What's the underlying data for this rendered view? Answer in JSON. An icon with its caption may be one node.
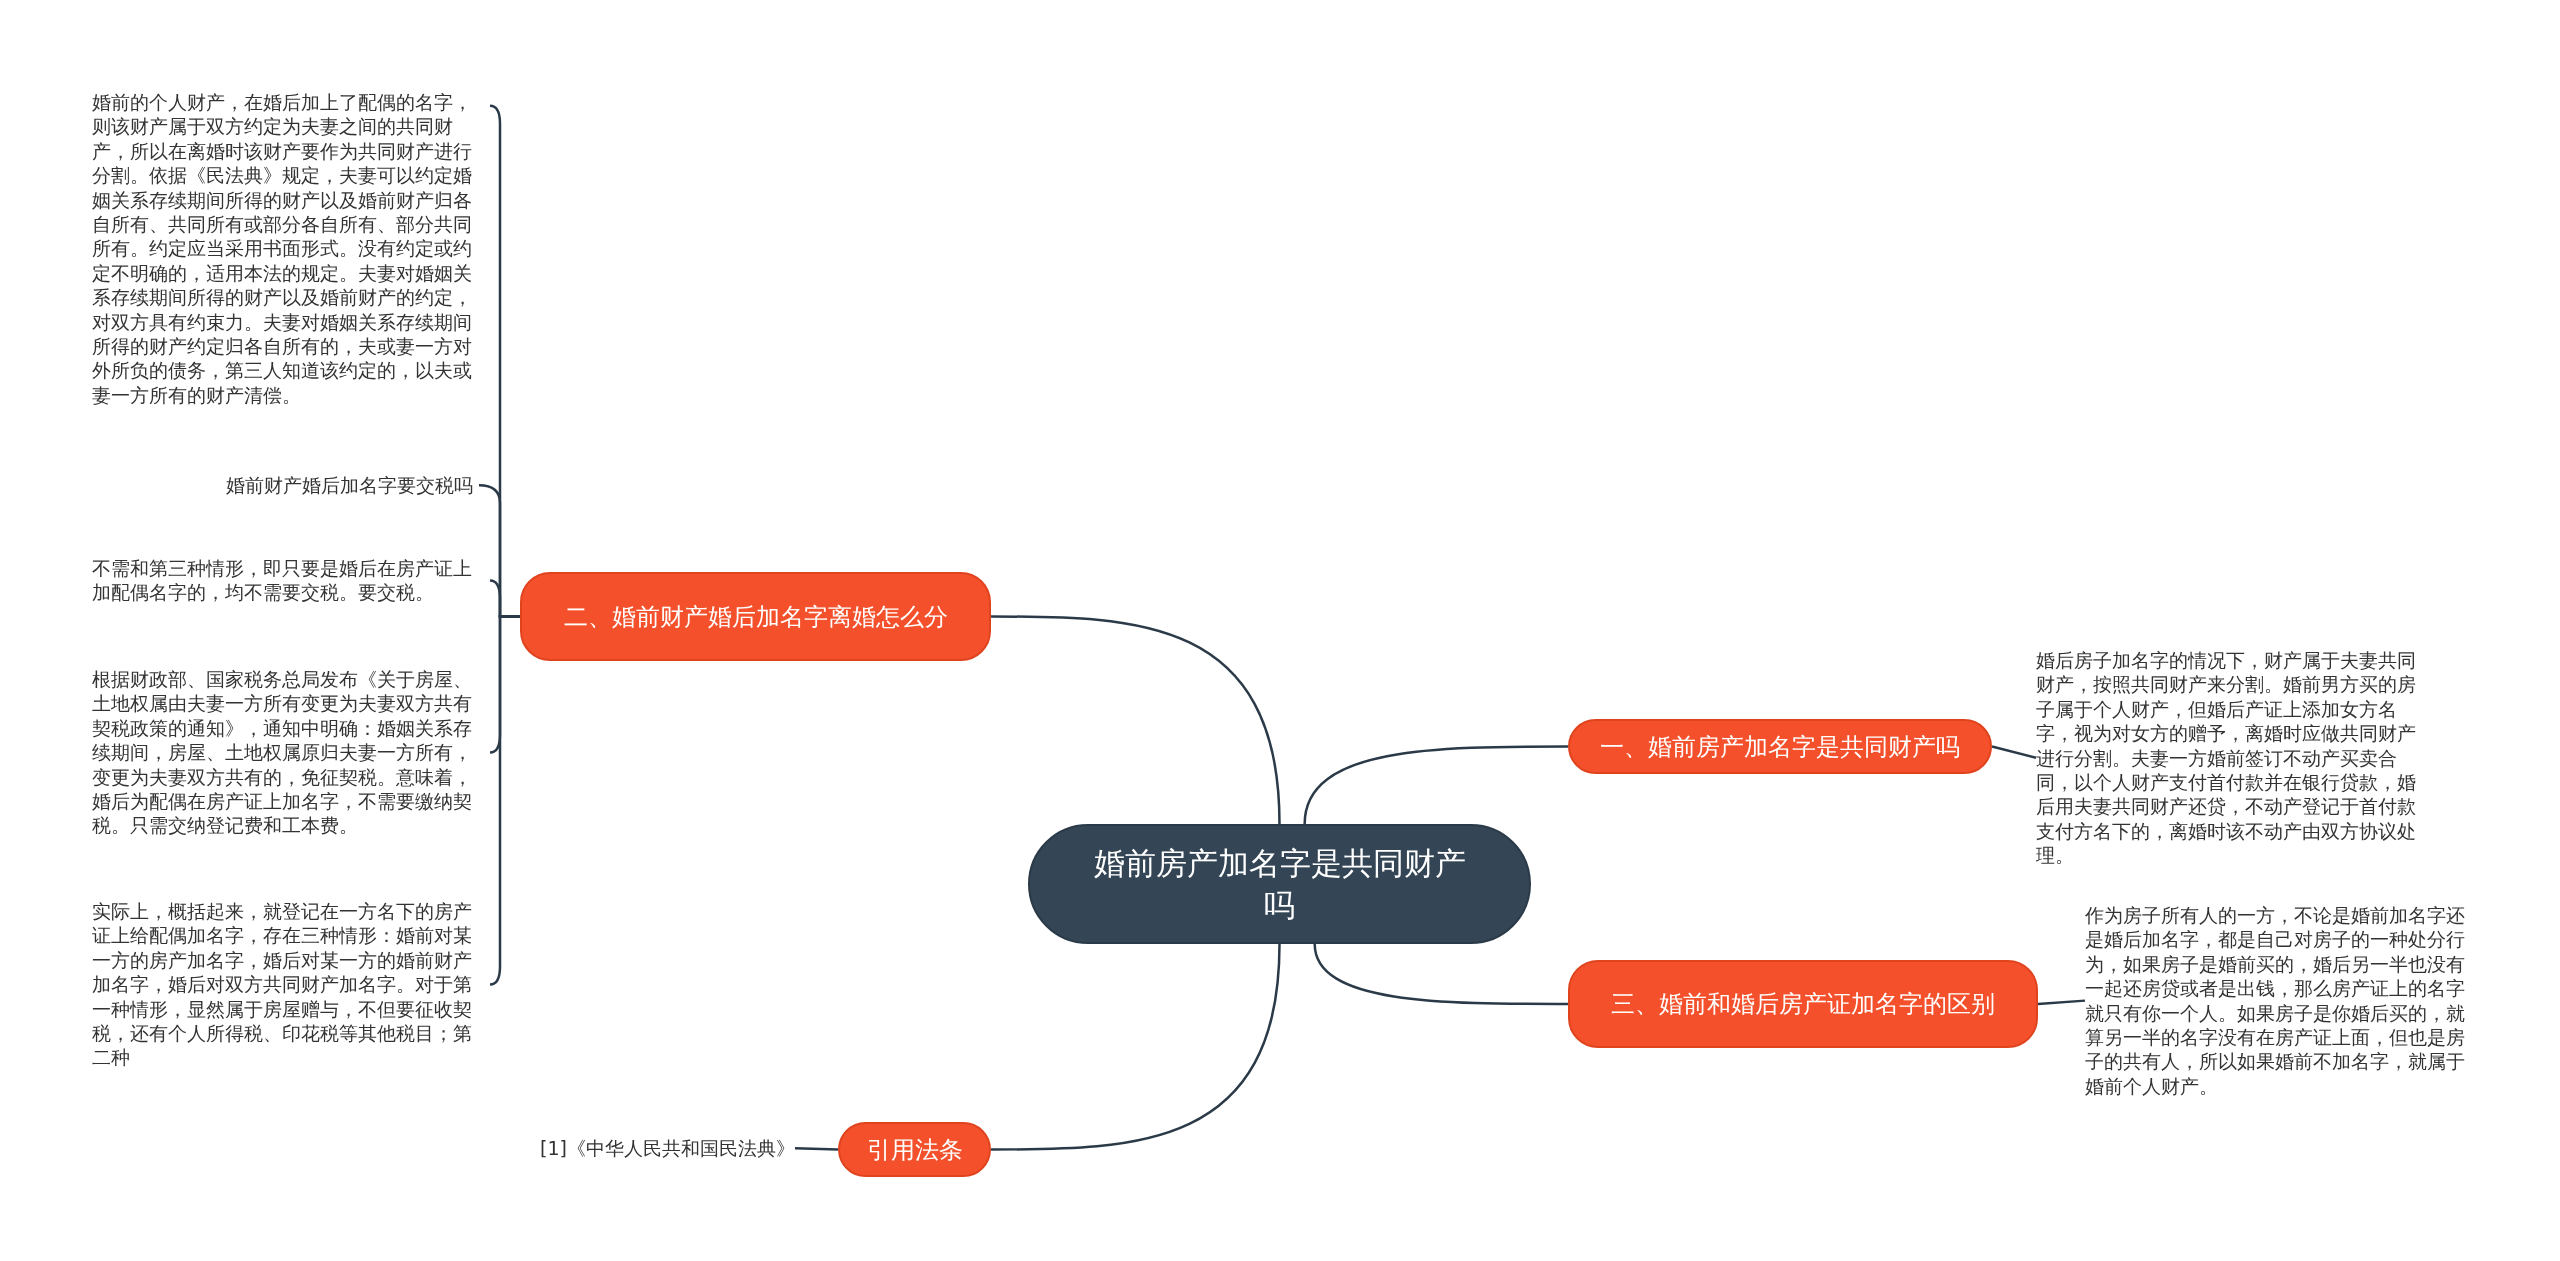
{
  "diagram": {
    "nodes": [
      {
        "text": [
          "婚前房产加名字是共同财产吗"
        ]
      },
      {
        "text": [
          "二、婚前财产婚后加名字离婚怎么分"
        ]
      },
      {
        "text": [
          "婚前的个人财产，在婚后加上了配偶的名字，则该财产属于双方约定为夫妻之间的共同财产，所以在离婚时该财产要作为共同财产进行分割。依据《民法典》规定，夫妻可以约定婚姻关系存续期间所得的财产以及婚前财产归各自所有、共同所有或部分各自所有、部分共同所有。约定应当采用书面形式。没有约定或约定不明确的，适用本法的规定。夫妻对婚姻关系存续期间所得的财产以及婚前财产的约定，对双方具有约束力。夫妻对婚姻关系存续期间所得的财产约定归各自所有的，夫或妻一方对外所负的债务，第三人知道该约定的，以夫或妻一方所有的财产清偿。"
        ]
      },
      {
        "text": [
          "婚前财产婚后加名字要交税吗"
        ]
      },
      {
        "text": [
          "不需和第三种情形，即只要是婚后在房产证上加配偶名字的，均不需要交税。要交税。"
        ]
      },
      {
        "text": [
          "根据财政部、国家税务总局发布《关于房屋、土地权属由夫妻一方所有变更为夫妻双方共有契税政策的通知》，通知中明确：婚姻关系存续期间，房屋、土地权属原归夫妻一方所有，变更为夫妻双方共有的，免征契税。意味着，婚后为配偶在房产证上加名字，不需要缴纳契税。只需交纳登记费和工本费。"
        ]
      },
      {
        "text": [
          "实际上，概括起来，就登记在一方名下的房产证上给配偶加名字，存在三种情形：婚前对某一方的房产加名字，婚后对某一方的婚前财产加名字，婚后对双方共同财产加名字。对于第一种情形，显然属于房屋赠与，不但要征收契税，还有个人所得税、印花税等其他税目；第二种"
        ]
      },
      {
        "text": [
          "一、婚前房产加名字是共同财产吗"
        ]
      },
      {
        "text": [
          "婚后房子加名字的情况下，财产属于夫妻共同财产，按照共同财产来分割。婚前男方买的房子属于个人财产，但婚后产证上添加女方名字，视为对女方的赠予，离婚时应做共同财产进行分割。夫妻一方婚前签订不动产买卖合同，以个人财产支付首付款并在银行贷款，婚后用夫妻共同财产还贷，不动产登记于首付款支付方名下的，离婚时该不动产由双方协议处理。"
        ]
      },
      {
        "text": [
          "三、婚前和婚后房产证加名字的区别"
        ]
      },
      {
        "text": [
          "作为房子所有人的一方，不论是婚前加名字还是婚后加名字，都是自己对房子的一种处分行为，如果房子是婚前买的，婚后另一半也没有一起还房贷或者是出钱，那么房产证上的名字就只有你一个人。如果房子是你婚后买的，就算另一半的名字没有在房产证上面，但也是房子的共有人，所以如果婚前不加名字，就属于婚前个人财产。"
        ]
      },
      {
        "text": [
          "引用法条"
        ]
      },
      {
        "text": [
          "[1]《中华人民共和国民法典》"
        ]
      }
    ],
    "edges": [
      {
        "from": 0,
        "to": 1,
        "arrow": "none"
      },
      {
        "from": 1,
        "to": 2,
        "arrow": "none"
      },
      {
        "from": 1,
        "to": 3,
        "arrow": "none"
      },
      {
        "from": 1,
        "to": 4,
        "arrow": "none"
      },
      {
        "from": 1,
        "to": 5,
        "arrow": "none"
      },
      {
        "from": 1,
        "to": 6,
        "arrow": "none"
      },
      {
        "from": 0,
        "to": 7,
        "arrow": "none"
      },
      {
        "from": 7,
        "to": 8,
        "arrow": "none"
      },
      {
        "from": 0,
        "to": 9,
        "arrow": "none"
      },
      {
        "from": 9,
        "to": 10,
        "arrow": "none"
      },
      {
        "from": 0,
        "to": 11,
        "arrow": "none"
      },
      {
        "from": 11,
        "to": 12,
        "arrow": "none"
      }
    ]
  }
}
